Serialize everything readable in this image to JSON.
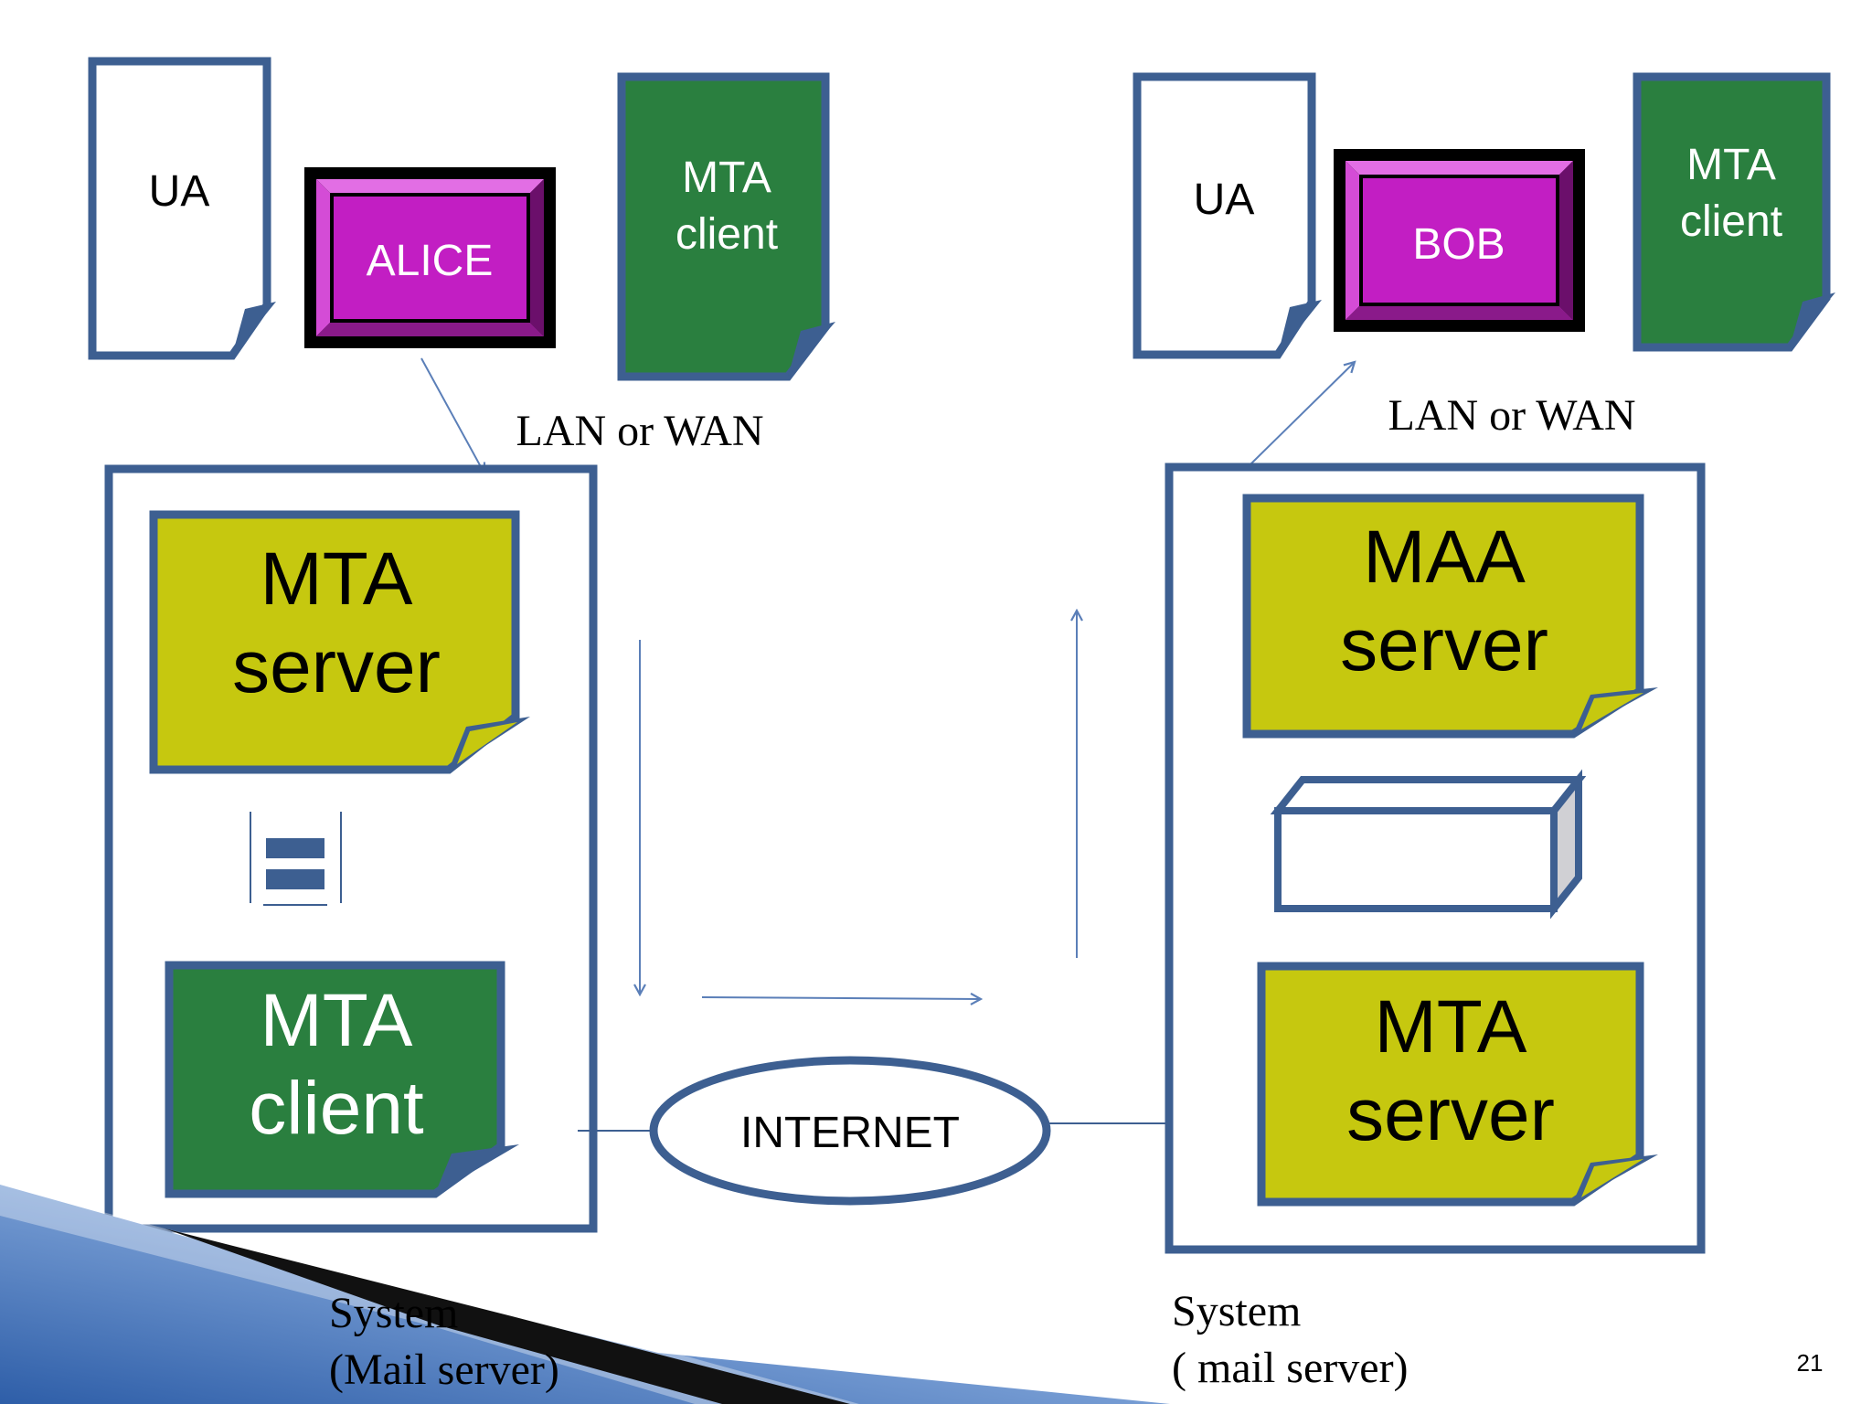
{
  "left": {
    "ua_label": "UA",
    "user_label": "ALICE",
    "mta_client_line1": "MTA",
    "mta_client_line2": "client",
    "link_label": "LAN or WAN",
    "mta_server_line1": "MTA",
    "mta_server_line2": "server",
    "inner_client_line1": "MTA",
    "inner_client_line2": "client",
    "system_line1": "System",
    "system_line2": "(Mail server)"
  },
  "right": {
    "ua_label": "UA",
    "user_label": "BOB",
    "mta_client_line1": "MTA",
    "mta_client_line2": "client",
    "link_label": "LAN or WAN",
    "maa_server_line1": "MAA",
    "maa_server_line2": "server",
    "mta_server_line1": "MTA",
    "mta_server_line2": "server",
    "system_line1": "System",
    "system_line2": "( mail server)"
  },
  "internet_label": "INTERNET",
  "slide_number": "21",
  "colors": {
    "border_blue": "#3d5f91",
    "green": "#2a7f3f",
    "yellow_green": "#c6c80f",
    "magenta": "#c21ec3",
    "dark_purple": "#6b0f6b",
    "arrow_blue": "#5b7fb8"
  }
}
